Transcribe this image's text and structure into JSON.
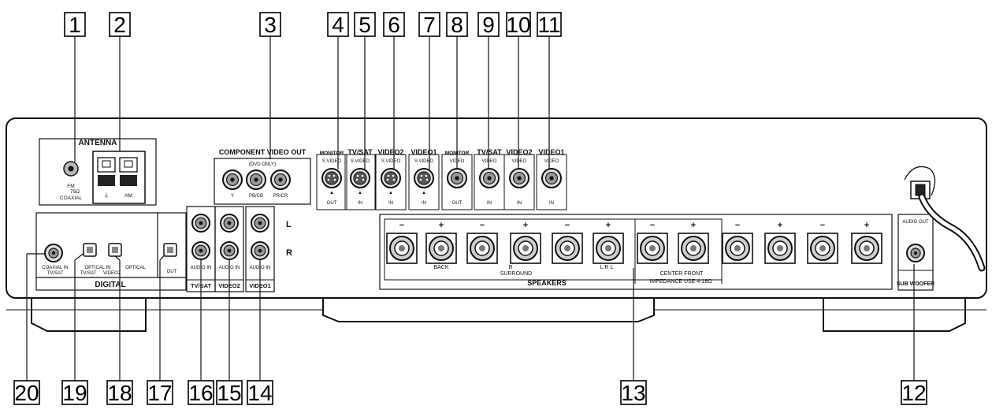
{
  "callouts_top": [
    "1",
    "2",
    "3",
    "4",
    "5",
    "6",
    "7",
    "8",
    "9",
    "10",
    "11"
  ],
  "callouts_bottom": [
    "20",
    "19",
    "18",
    "17",
    "16",
    "15",
    "14",
    "13",
    "12"
  ],
  "antenna": {
    "title": "ANTENNA",
    "fm_label": "FM",
    "fm_ohm": "75Ω",
    "fm_type": "COAXIAL",
    "am_label": "AM"
  },
  "component": {
    "title": "COMPONENT VIDEO OUT",
    "subtitle": "(DVD ONLY)",
    "y": "Y",
    "pb": "PB/CB",
    "pr": "PR/CR"
  },
  "svideo": [
    {
      "title": "MONITOR",
      "sub": "S VIDEO",
      "io": "OUT"
    },
    {
      "title": "TV/SAT",
      "sub": "S VIDEO",
      "io": "IN"
    },
    {
      "title": "VIDEO2",
      "sub": "S VIDEO",
      "io": "IN"
    },
    {
      "title": "VIDEO1",
      "sub": "S VIDEO",
      "io": "IN"
    }
  ],
  "video": [
    {
      "title": "MONITOR",
      "sub": "VIDEO",
      "io": "OUT"
    },
    {
      "title": "TV/SAT",
      "sub": "VIDEO",
      "io": "IN"
    },
    {
      "title": "VIDEO2",
      "sub": "VIDEO",
      "io": "IN"
    },
    {
      "title": "VIDEO1",
      "sub": "VIDEO",
      "io": "IN"
    }
  ],
  "digital": {
    "title": "DIGITAL",
    "coaxial": "COAXIAL IN",
    "coaxial_src": "TV/SAT",
    "optical1": "OPTICAL IN",
    "optical2": "OPTICAL",
    "opt_src1": "TV/SAT",
    "opt_src2": "VIDEO2",
    "out": "OUT"
  },
  "audio_in": {
    "label": "AUDIO IN",
    "l": "L",
    "r": "R",
    "groups": [
      "TV/SAT",
      "VIDEO2",
      "VIDEO1"
    ]
  },
  "speakers": {
    "title": "SPEAKERS",
    "impedance": "IMPEDANCE USE 4-16Ω",
    "back": "BACK",
    "surround": "SURROUND",
    "r": "R",
    "l": "L",
    "rl": "L  R  L",
    "center_front": "CENTER  FRONT",
    "minus": "−",
    "plus": "+"
  },
  "subwoofer": {
    "audio_out": "AUDIO OUT",
    "label": "SUB WOOFER"
  },
  "colors": {
    "line": "#111111",
    "panel": "#ffffff",
    "jack_fill": "#9a9a9a"
  }
}
